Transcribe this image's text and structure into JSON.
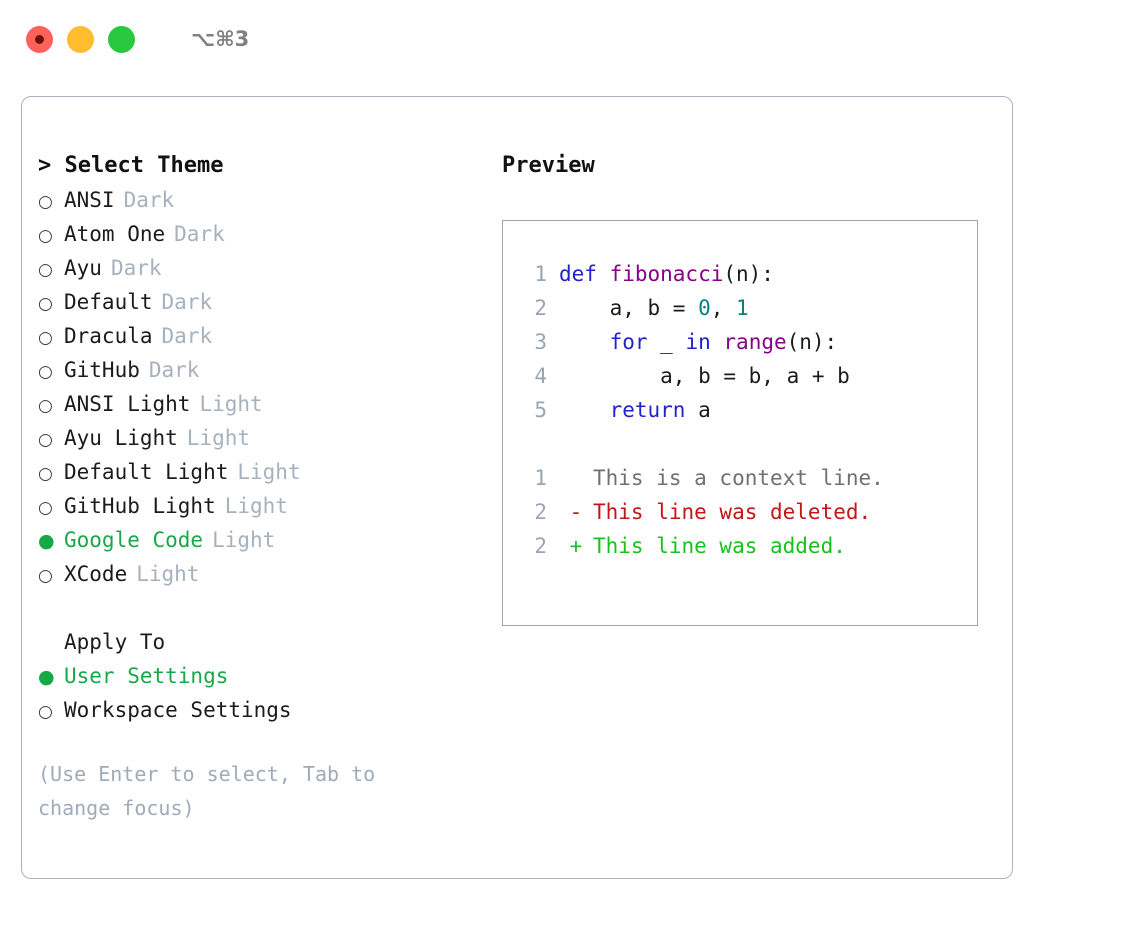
{
  "titlebar": {
    "shortcut": "⌥⌘3",
    "buttons": [
      {
        "name": "close",
        "color": "#ff6259"
      },
      {
        "name": "minimize",
        "color": "#ffbd2e"
      },
      {
        "name": "zoom",
        "color": "#28c840"
      }
    ]
  },
  "colors": {
    "selected_green": "#17a948",
    "muted": "#a7b1be",
    "hint": "#a0aab8",
    "panel_border": "#aab3c0",
    "preview_border": "#9aa5b4",
    "lineno": "#9aa5b3",
    "keyword": "#2222cc",
    "function": "#880088",
    "number": "#088080",
    "diff_context": "#707070",
    "diff_deleted": "#c41616",
    "diff_added": "#17c21d"
  },
  "theme_list": {
    "prompt": ">",
    "title": "Select Theme",
    "items": [
      {
        "marker": "○",
        "label": "ANSI",
        "kind": "Dark",
        "selected": false
      },
      {
        "marker": "○",
        "label": "Atom One",
        "kind": "Dark",
        "selected": false
      },
      {
        "marker": "○",
        "label": "Ayu",
        "kind": "Dark",
        "selected": false
      },
      {
        "marker": "○",
        "label": "Default",
        "kind": "Dark",
        "selected": false
      },
      {
        "marker": "○",
        "label": "Dracula",
        "kind": "Dark",
        "selected": false
      },
      {
        "marker": "○",
        "label": "GitHub",
        "kind": "Dark",
        "selected": false
      },
      {
        "marker": "○",
        "label": "ANSI Light",
        "kind": "Light",
        "selected": false
      },
      {
        "marker": "○",
        "label": "Ayu Light",
        "kind": "Light",
        "selected": false
      },
      {
        "marker": "○",
        "label": "Default Light",
        "kind": "Light",
        "selected": false
      },
      {
        "marker": "○",
        "label": "GitHub Light",
        "kind": "Light",
        "selected": false
      },
      {
        "marker": "●",
        "label": "Google Code",
        "kind": "Light",
        "selected": true
      },
      {
        "marker": "○",
        "label": "XCode",
        "kind": "Light",
        "selected": false
      }
    ]
  },
  "apply_to": {
    "title": "Apply To",
    "items": [
      {
        "marker": "●",
        "label": "User Settings",
        "selected": true
      },
      {
        "marker": "○",
        "label": "Workspace Settings",
        "selected": false
      }
    ]
  },
  "hint": "(Use Enter to select, Tab to change focus)",
  "preview": {
    "heading": "Preview",
    "code_lines": [
      {
        "number": "1",
        "tokens": [
          {
            "text": "def ",
            "type": "keyword"
          },
          {
            "text": "fibonacci",
            "type": "function"
          },
          {
            "text": "(n):",
            "type": "plain"
          }
        ]
      },
      {
        "number": "2",
        "tokens": [
          {
            "text": "    a, b = ",
            "type": "plain"
          },
          {
            "text": "0",
            "type": "number"
          },
          {
            "text": ", ",
            "type": "plain"
          },
          {
            "text": "1",
            "type": "number"
          }
        ]
      },
      {
        "number": "3",
        "tokens": [
          {
            "text": "    ",
            "type": "plain"
          },
          {
            "text": "for",
            "type": "keyword"
          },
          {
            "text": " _ ",
            "type": "plain"
          },
          {
            "text": "in",
            "type": "keyword"
          },
          {
            "text": " ",
            "type": "plain"
          },
          {
            "text": "range",
            "type": "function"
          },
          {
            "text": "(n):",
            "type": "plain"
          }
        ]
      },
      {
        "number": "4",
        "tokens": [
          {
            "text": "        a, b = b, a + b",
            "type": "plain"
          }
        ]
      },
      {
        "number": "5",
        "tokens": [
          {
            "text": "    ",
            "type": "plain"
          },
          {
            "text": "return",
            "type": "keyword"
          },
          {
            "text": " a",
            "type": "plain"
          }
        ]
      }
    ],
    "diff_lines": [
      {
        "number": "1",
        "mark": " ",
        "text": "This is a context line.",
        "type": "context"
      },
      {
        "number": "2",
        "mark": "-",
        "text": "This line was deleted.",
        "type": "deleted"
      },
      {
        "number": "2",
        "mark": "+",
        "text": "This line was added.",
        "type": "added"
      }
    ]
  }
}
